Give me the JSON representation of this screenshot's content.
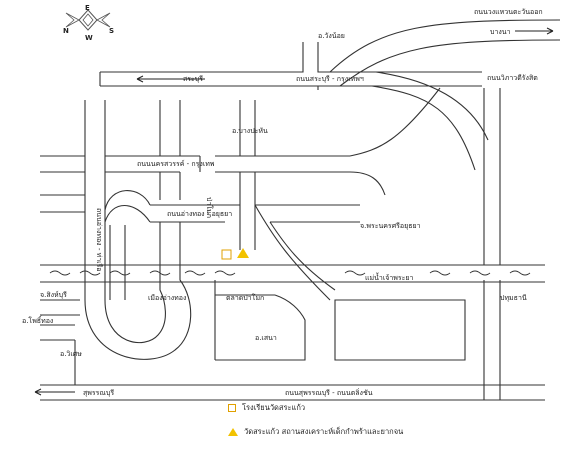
{
  "compass": {
    "n": "N",
    "s": "S",
    "e": "E",
    "w": "W"
  },
  "labels": {
    "wang_noi": "อ.วังน้อย",
    "ring_road": "ถนนวงแหวนตะวันออก",
    "bang_na": "บางนา",
    "saraburi": "สระบุรี",
    "saraburi_bkk_road": "ถนนสระบุรี - กรุงเทพฯ",
    "vibhavadi": "ถนนวิภาวดีรังสิต",
    "bang_pahan": "อ.บางปะหัน",
    "nakhon_sawan_road": "ถนนนครสวรรค์ - กรุงเทพ",
    "pa_mok": "ป่าโมก",
    "tha_rua_road": "ถนนอ่างทอง - ท่าเรือ",
    "ang_thong_ayut_road": "ถนนอ่างทอง - อยุธยา",
    "ayutthaya": "จ.พระนครศรีอยุธยา",
    "sing_buri": "จ.สิงห์บุรี",
    "pho_thong": "อ.โพธิ์ทอง",
    "mueang": "เมืองอ่างทอง",
    "pa_mok_market": "ตลาดป่าโมก",
    "chao_phraya": "แม่น้ำเจ้าพระยา",
    "pathum_thani": "ปทุมธานี",
    "sena": "อ.เสนา",
    "wiset": "อ.วิเศษ",
    "suphanburi": "สุพรรณบุรี",
    "suphan_lat_road": "ถนนสุพรรณบุรี - ถนนตลิ่งชัน"
  },
  "legend": {
    "school": "โรงเรียนวัดสระแก้ว",
    "temple": "วัดสระแก้ว สถานสงเคราะห์เด็กกำพร้าและยากจน"
  },
  "colors": {
    "school": "#e0a000",
    "temple": "#f2c200",
    "road": "#333333"
  }
}
